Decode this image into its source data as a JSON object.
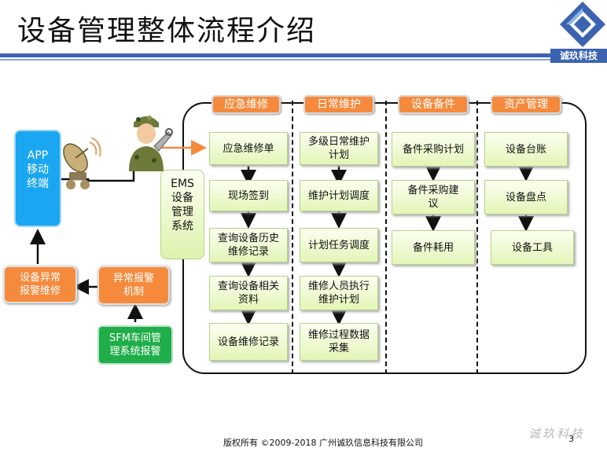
{
  "title": "设备管理整体流程介绍",
  "logo": {
    "name": "诚玖科技"
  },
  "left": {
    "app": [
      "APP",
      "移动",
      "终端"
    ],
    "ems": [
      "EMS",
      "设备",
      "管理",
      "系统"
    ],
    "device_alarm": [
      "设备异常",
      "报警维修"
    ],
    "alarm_mechanism": [
      "异常报警",
      "机制"
    ],
    "sfm": [
      "SFM车间管",
      "理系统报警"
    ]
  },
  "columns": [
    {
      "header": "应急维修",
      "items": [
        "应急维修单",
        "现场签到",
        "查询设备历史维修记录",
        "查询设备相关资料",
        "设备维修记录"
      ]
    },
    {
      "header": "日常维护",
      "items": [
        "多级日常维护计划",
        "维护计划调度",
        "计划任务调度",
        "维修人员执行维护计划",
        "维修过程数据采集"
      ]
    },
    {
      "header": "设备备件",
      "items": [
        "备件采购计划",
        "备件采购建议",
        "备件耗用"
      ]
    },
    {
      "header": "资产管理",
      "items": [
        "设备台账",
        "设备盘点",
        "设备工具"
      ]
    }
  ],
  "footer": "版权所有 ©2009-2018  广州诚玖信息科技有限公司",
  "page_number": "3",
  "watermark": "诚玖科技",
  "colors": {
    "accent_orange": "#f58a3c",
    "blue_rule": "#3b63b0",
    "app_blue": "#1aa6f0",
    "sfm_green": "#1fae4a",
    "box_green": "#e3f5b8"
  }
}
